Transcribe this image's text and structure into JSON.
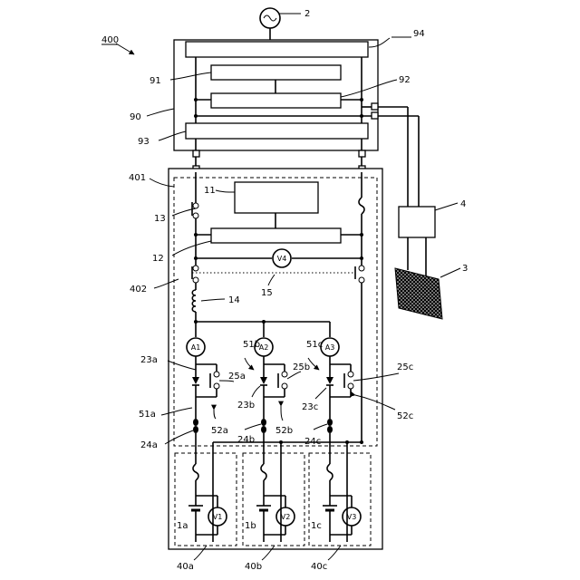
{
  "labels": {
    "fig": "400",
    "ac": "2",
    "n94": "94",
    "n91": "91",
    "n92": "92",
    "n90": "90",
    "n93": "93",
    "n401": "401",
    "n11": "11",
    "n13": "13",
    "n12": "12",
    "n402": "402",
    "n14": "14",
    "n15": "15",
    "n4": "4",
    "n3": "3",
    "n23a": "23a",
    "n51b": "51b",
    "n25b": "25b",
    "n51c": "51c",
    "n25a": "25a",
    "n23b": "23b",
    "n23c": "23c",
    "n25c": "25c",
    "n51a": "51a",
    "n52a": "52a",
    "n24b": "24b",
    "n52b": "52b",
    "n24c": "24c",
    "n52c": "52c",
    "n24a": "24a",
    "n1a": "1a",
    "n1b": "1b",
    "n1c": "1c",
    "n40a": "40a",
    "n40b": "40b",
    "n40c": "40c"
  },
  "meters": {
    "v4": "V4",
    "a1": "A1",
    "a2": "A2",
    "a3": "A3",
    "v1": "V1",
    "v2": "V2",
    "v3": "V3"
  }
}
